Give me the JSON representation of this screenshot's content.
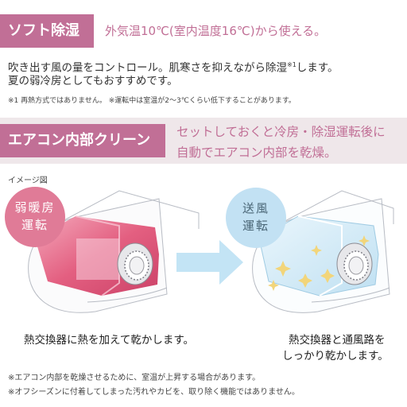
{
  "soft": {
    "tag": "ソフト除湿",
    "headline": "外気温10℃(室内温度16℃)から使える。",
    "line1": "吹き出す風の量をコントロール。肌寒さを抑えながら除湿",
    "sup": "※1",
    "line1_end": "します。",
    "line2": "夏の弱冷房としてもおすすめです。",
    "note": "※1 再熱方式ではありません。 ※運転中は室温が2～3℃くらい低下することがあります。"
  },
  "clean": {
    "tag": "エアコン内部クリーン",
    "headline1": "セットしておくと冷房・除湿運転後に",
    "headline2": "自動でエアコン内部を乾燥。"
  },
  "image_label": "イメージ図",
  "left": {
    "bubble_line1": "弱暖房",
    "bubble_line2": "運転",
    "caption": "熱交換器に熱を加えて乾かします。"
  },
  "right": {
    "bubble_line1": "送風",
    "bubble_line2": "運転",
    "caption_line1": "熱交換器と通風路を",
    "caption_line2": "しっかり乾かします。"
  },
  "footnotes": [
    "※エアコン内部を乾燥させるために、室温が上昇する場合があります。",
    "※オフシーズンに付着してしまった汚れやカビを、取り除く機能ではありません。"
  ],
  "colors": {
    "accent": "#c16f96",
    "band": "#efe7ea",
    "warm": "#e2577a",
    "cool": "#cfe8f6",
    "arrow": "#bfe3f5"
  }
}
